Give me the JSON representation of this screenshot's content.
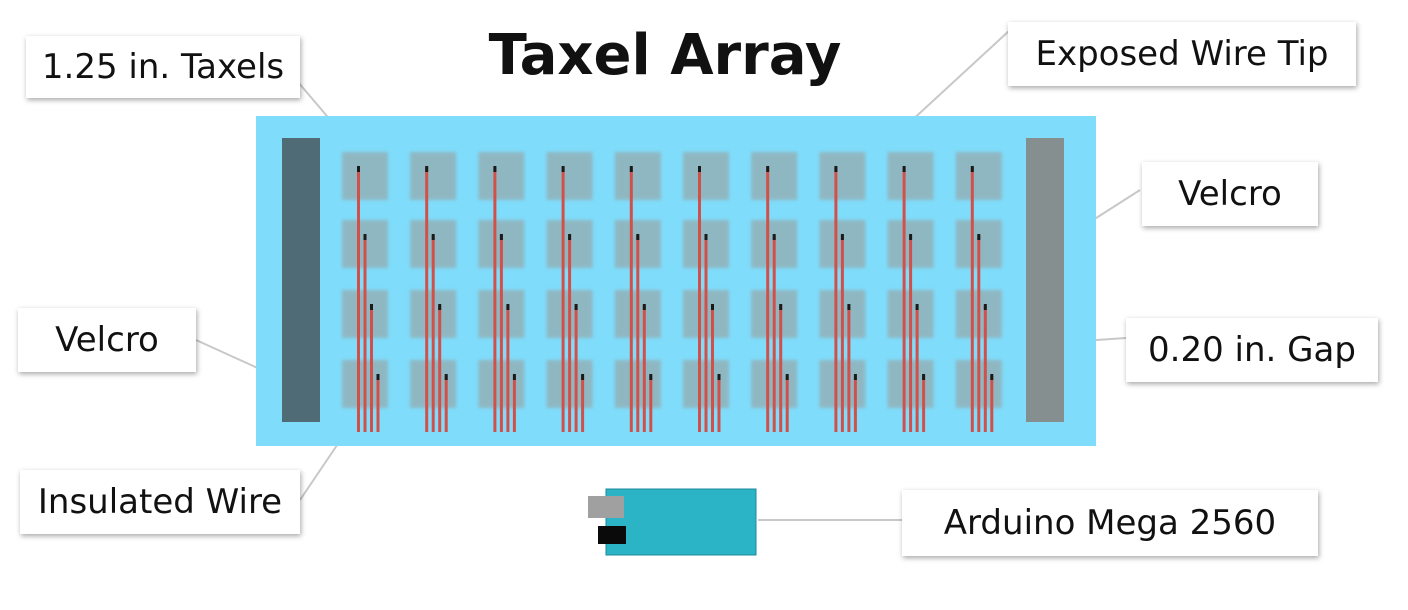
{
  "title": "Taxel Array",
  "labels": {
    "taxels": "1.25 in. Taxels",
    "exposed_tip": "Exposed Wire Tip",
    "velcro_right": "Velcro",
    "velcro_left": "Velcro",
    "gap": "0.20 in. Gap",
    "insulated_wire": "Insulated Wire",
    "arduino": "Arduino Mega 2560"
  },
  "array": {
    "columns": 10,
    "rows": 4
  },
  "colors": {
    "mat": "#7fdcfb",
    "taxel": "#8fb7c2",
    "wire": "#d2504a",
    "tip": "#1a1a1a",
    "velcro_left": "#4f6b75",
    "velcro_right": "#858f90",
    "arduino_board": "#2bb3c6",
    "arduino_usb": "#a0a0a0",
    "arduino_jack": "#0a0a0a",
    "leader_line": "#c8c8c8"
  }
}
